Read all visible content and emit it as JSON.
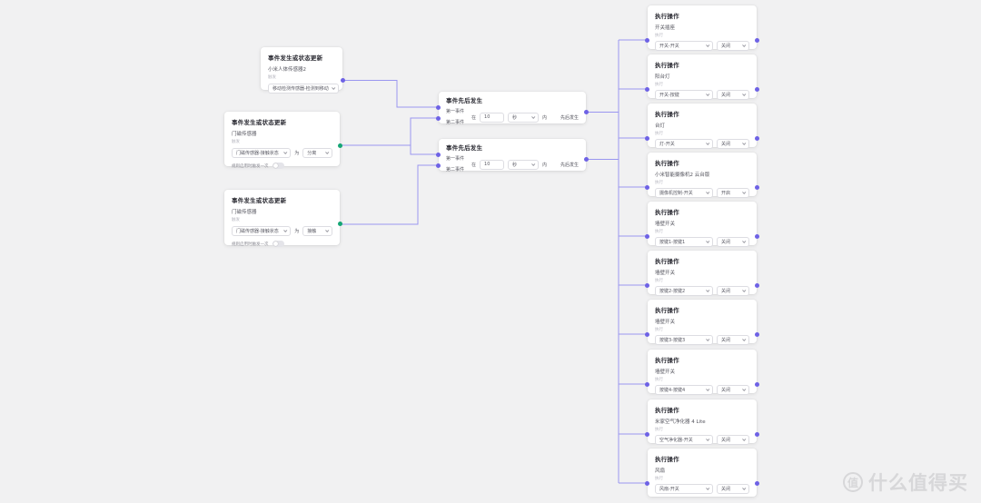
{
  "canvas": {
    "background": "#f1f1f2",
    "edge_color": "#9a96f0",
    "port_color": "#6e62e5",
    "port_color_active": "#15a675"
  },
  "trigger_nodes": [
    {
      "title": "事件发生或状态更新",
      "device": "小米人体传感器2",
      "meta": "触发",
      "event": "移动检测传感器-检测到移动"
    },
    {
      "title": "事件发生或状态更新",
      "device": "门磁传感器",
      "meta": "触发",
      "property": "门磁传感器-接触状态",
      "relation": "为",
      "value": "分离",
      "toggle_label": "规则启用时触发一次",
      "toggle_on": false
    },
    {
      "title": "事件发生或状态更新",
      "device": "门磁传感器",
      "meta": "触发",
      "property": "门磁传感器-接触状态",
      "relation": "为",
      "value": "接触",
      "toggle_label": "规则启用时触发一次",
      "toggle_on": false
    }
  ],
  "condition_nodes": [
    {
      "title": "事件先后发生",
      "port_in_1": "第一事件",
      "port_in_2": "第二事件",
      "prefix": "在",
      "duration": "10",
      "unit": "秒",
      "suffix": "内",
      "port_out": "先后发生"
    },
    {
      "title": "事件先后发生",
      "port_in_1": "第一事件",
      "port_in_2": "第二事件",
      "prefix": "在",
      "duration": "10",
      "unit": "秒",
      "suffix": "内",
      "port_out": "先后发生"
    }
  ],
  "action_nodes": [
    {
      "title": "执行操作",
      "device": "开关插座",
      "meta": "执行",
      "action": "开关-开关",
      "value": "关闭"
    },
    {
      "title": "执行操作",
      "device": "阳台灯",
      "meta": "执行",
      "action": "开关-按键",
      "value": "关闭"
    },
    {
      "title": "执行操作",
      "device": "台灯",
      "meta": "执行",
      "action": "灯-开关",
      "value": "关闭"
    },
    {
      "title": "执行操作",
      "device": "小米智能摄像机2 云台版",
      "meta": "执行",
      "action": "摄像机控制-开关",
      "value": "开启"
    },
    {
      "title": "执行操作",
      "device": "墙壁开关",
      "meta": "执行",
      "action": "按键1-按键1",
      "value": "关闭"
    },
    {
      "title": "执行操作",
      "device": "墙壁开关",
      "meta": "执行",
      "action": "按键2-按键2",
      "value": "关闭"
    },
    {
      "title": "执行操作",
      "device": "墙壁开关",
      "meta": "执行",
      "action": "按键3-按键3",
      "value": "关闭"
    },
    {
      "title": "执行操作",
      "device": "墙壁开关",
      "meta": "执行",
      "action": "按键4-按键4",
      "value": "关闭"
    },
    {
      "title": "执行操作",
      "device": "米家空气净化器 4 Lite",
      "meta": "执行",
      "action": "空气净化器-开关",
      "value": "关闭"
    },
    {
      "title": "执行操作",
      "device": "风扇",
      "meta": "执行",
      "action": "风扇-开关",
      "value": "关闭"
    }
  ],
  "watermark": {
    "badge": "值",
    "text": "什么值得买"
  }
}
